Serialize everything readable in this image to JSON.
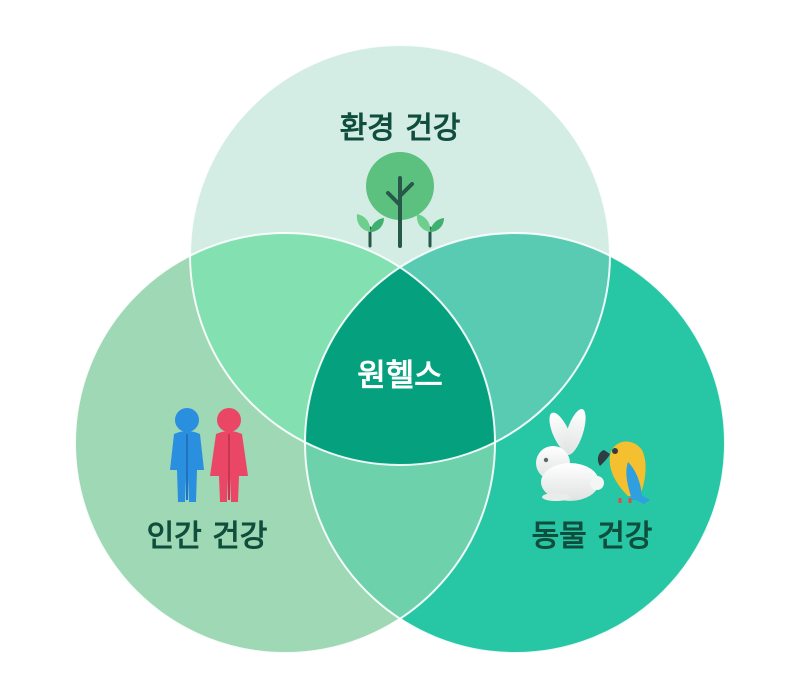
{
  "diagram": {
    "environment_label": "환경 건강",
    "human_label": "인간 건강",
    "animal_label": "동물 건강",
    "center_label": "원헬스"
  },
  "colors": {
    "environment_fill": "#d4ede4",
    "human_fill": "#9ed8b4",
    "animal_fill": "#27c6a5",
    "env_human_overlap": "#82e0b1",
    "env_animal_overlap": "#5acbb3",
    "human_animal_overlap": "#6dd2ac",
    "center_fill": "#05a17e",
    "label_text": "#0f4d3c",
    "center_text": "#ffffff"
  },
  "icons": {
    "environment": "tree-icon",
    "human": "people-icon",
    "animal": "rabbit-parrot-icon"
  }
}
